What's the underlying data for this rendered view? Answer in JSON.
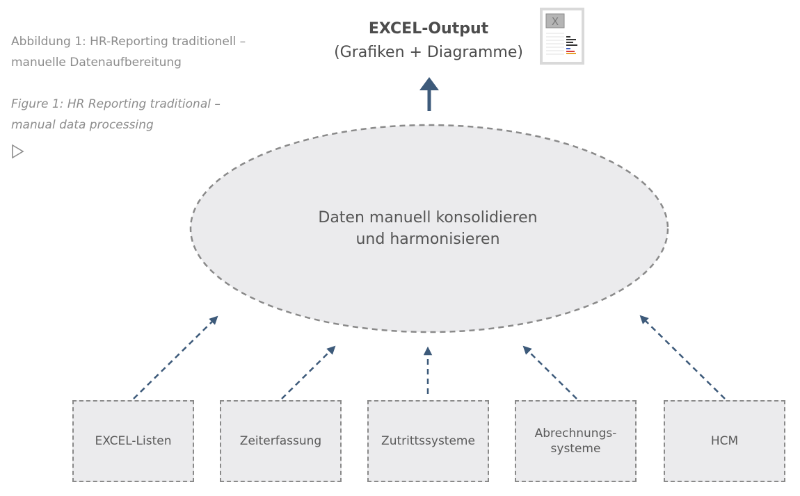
{
  "caption": {
    "de_line1": "Abbildung 1: HR-Reporting traditionell –",
    "de_line2": "manuelle Datenaufbereitung",
    "en_line1": "Figure 1: HR Reporting traditional –",
    "en_line2": "manual data processing"
  },
  "output": {
    "title": "EXCEL-Output",
    "subtitle": "(Grafiken + Diagramme)",
    "icon": "excel-document-icon",
    "icon_letter": "X"
  },
  "process": {
    "line1": "Daten manuell konsolidieren",
    "line2": "und harmonisieren"
  },
  "sources": [
    {
      "line1": "EXCEL-Listen",
      "line2": ""
    },
    {
      "line1": "Zeiterfassung",
      "line2": ""
    },
    {
      "line1": "Zutrittssysteme",
      "line2": ""
    },
    {
      "line1": "Abrechnungs-",
      "line2": "systeme"
    },
    {
      "line1": "HCM",
      "line2": ""
    }
  ],
  "colors": {
    "arrow": "#3d5a7a",
    "dash_border": "#8a8a8a",
    "fill": "#ebebed",
    "caption_text": "#8c8c8c"
  }
}
